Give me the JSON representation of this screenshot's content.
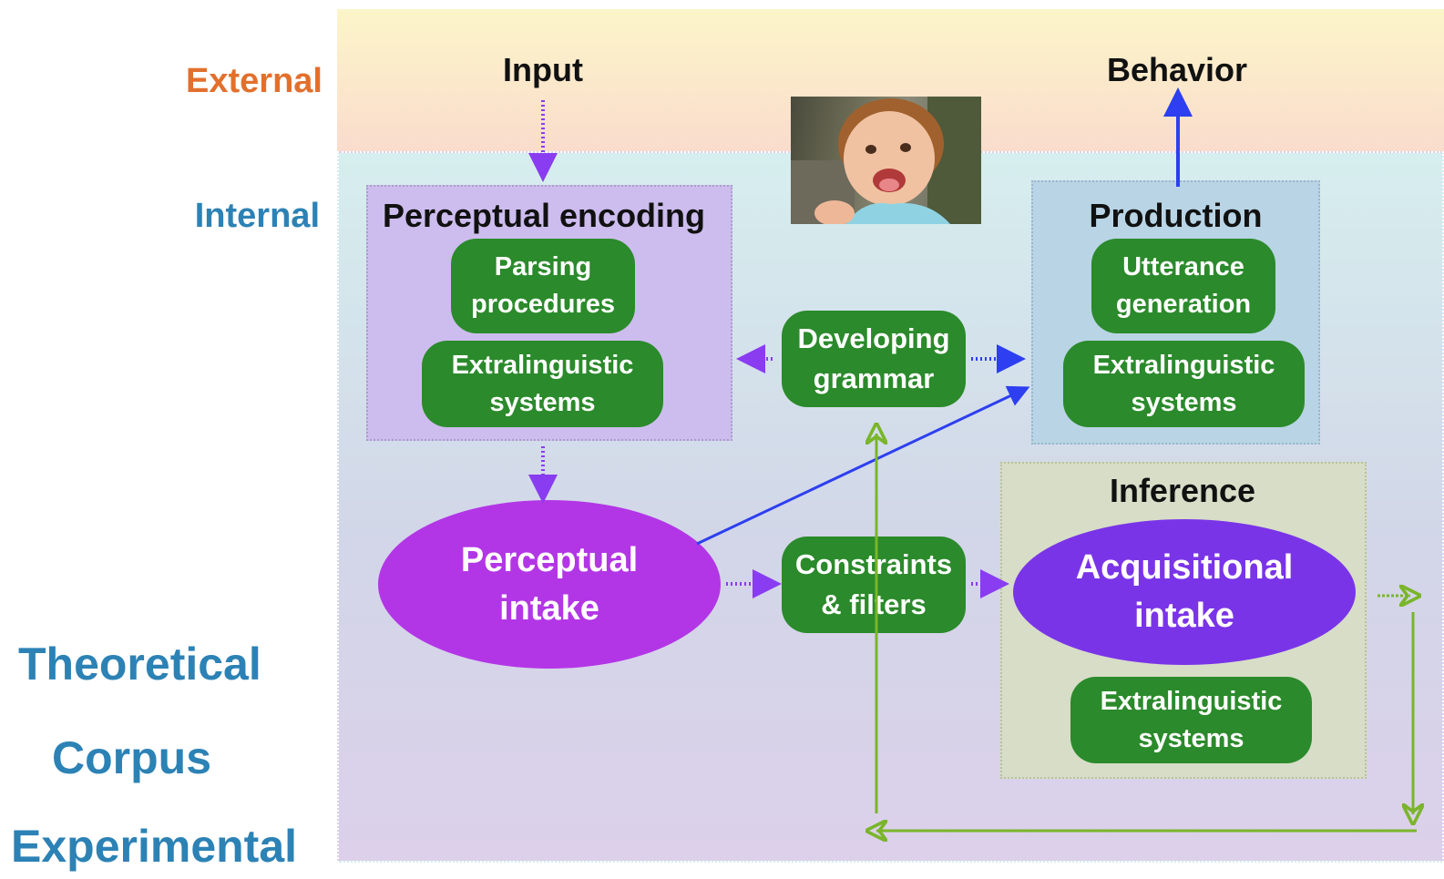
{
  "labels": {
    "external": "External",
    "internal": "Internal",
    "input": "Input",
    "behavior": "Behavior"
  },
  "methods": [
    "Theoretical",
    "Corpus",
    "Experimental"
  ],
  "perceptual_encoding": {
    "title": "Perceptual encoding",
    "parsing": "Parsing\nprocedures",
    "extralinguistic": "Extralinguistic\nsystems"
  },
  "production": {
    "title": "Production",
    "utterance": "Utterance\ngeneration",
    "extralinguistic": "Extralinguistic\nsystems"
  },
  "developing_grammar": "Developing\ngrammar",
  "constraints": "Constraints\n& filters",
  "perceptual_intake": "Perceptual\nintake",
  "inference": {
    "title": "Inference",
    "acquisitional_intake": "Acquisitional\nintake",
    "extralinguistic": "Extralinguistic\nsystems"
  },
  "colors": {
    "external": "#e2702d",
    "internal": "#2c82b5",
    "pill": "#2b8a2b",
    "perceptual_intake": "#b336e6",
    "acquisitional_intake": "#7a34e8",
    "arrow_purple": "#8a3cf0",
    "arrow_blue": "#2d3ff0",
    "arrow_green": "#7ab52a"
  },
  "icons": [
    "child-photo"
  ]
}
